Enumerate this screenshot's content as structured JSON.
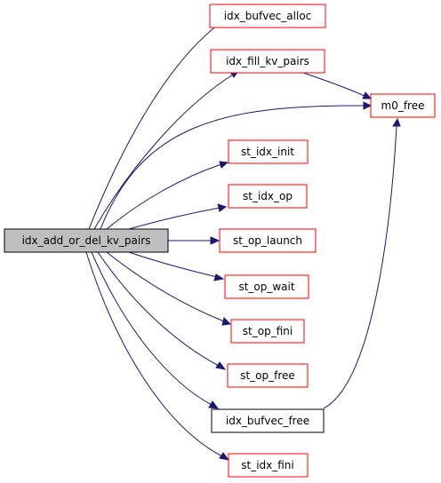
{
  "diagram": {
    "root": "idx_add_or_del_kv_pairs",
    "nodes": [
      {
        "id": "root",
        "label": "idx_add_or_del_kv_pairs",
        "border": "black",
        "fill": "gray"
      },
      {
        "id": "bufvec_alloc",
        "label": "idx_bufvec_alloc",
        "border": "red"
      },
      {
        "id": "fill_kv_pairs",
        "label": "idx_fill_kv_pairs",
        "border": "red"
      },
      {
        "id": "m0_free",
        "label": "m0_free",
        "border": "red"
      },
      {
        "id": "st_idx_init",
        "label": "st_idx_init",
        "border": "red"
      },
      {
        "id": "st_idx_op",
        "label": "st_idx_op",
        "border": "red"
      },
      {
        "id": "st_op_launch",
        "label": "st_op_launch",
        "border": "red"
      },
      {
        "id": "st_op_wait",
        "label": "st_op_wait",
        "border": "red"
      },
      {
        "id": "st_op_fini",
        "label": "st_op_fini",
        "border": "red"
      },
      {
        "id": "st_op_free",
        "label": "st_op_free",
        "border": "red"
      },
      {
        "id": "bufvec_free",
        "label": "idx_bufvec_free",
        "border": "black"
      },
      {
        "id": "st_idx_fini",
        "label": "st_idx_fini",
        "border": "red"
      }
    ],
    "edges": [
      {
        "from": "root",
        "to": "bufvec_alloc"
      },
      {
        "from": "root",
        "to": "fill_kv_pairs"
      },
      {
        "from": "root",
        "to": "m0_free"
      },
      {
        "from": "root",
        "to": "st_idx_init"
      },
      {
        "from": "root",
        "to": "st_idx_op"
      },
      {
        "from": "root",
        "to": "st_op_launch"
      },
      {
        "from": "root",
        "to": "st_op_wait"
      },
      {
        "from": "root",
        "to": "st_op_fini"
      },
      {
        "from": "root",
        "to": "st_op_free"
      },
      {
        "from": "root",
        "to": "bufvec_free"
      },
      {
        "from": "root",
        "to": "st_idx_fini"
      },
      {
        "from": "fill_kv_pairs",
        "to": "m0_free"
      },
      {
        "from": "bufvec_free",
        "to": "m0_free"
      }
    ],
    "colors": {
      "edge": "#191970",
      "external_border": "#ff0000",
      "local_border": "#000000",
      "root_fill": "#bfbfbf"
    }
  }
}
